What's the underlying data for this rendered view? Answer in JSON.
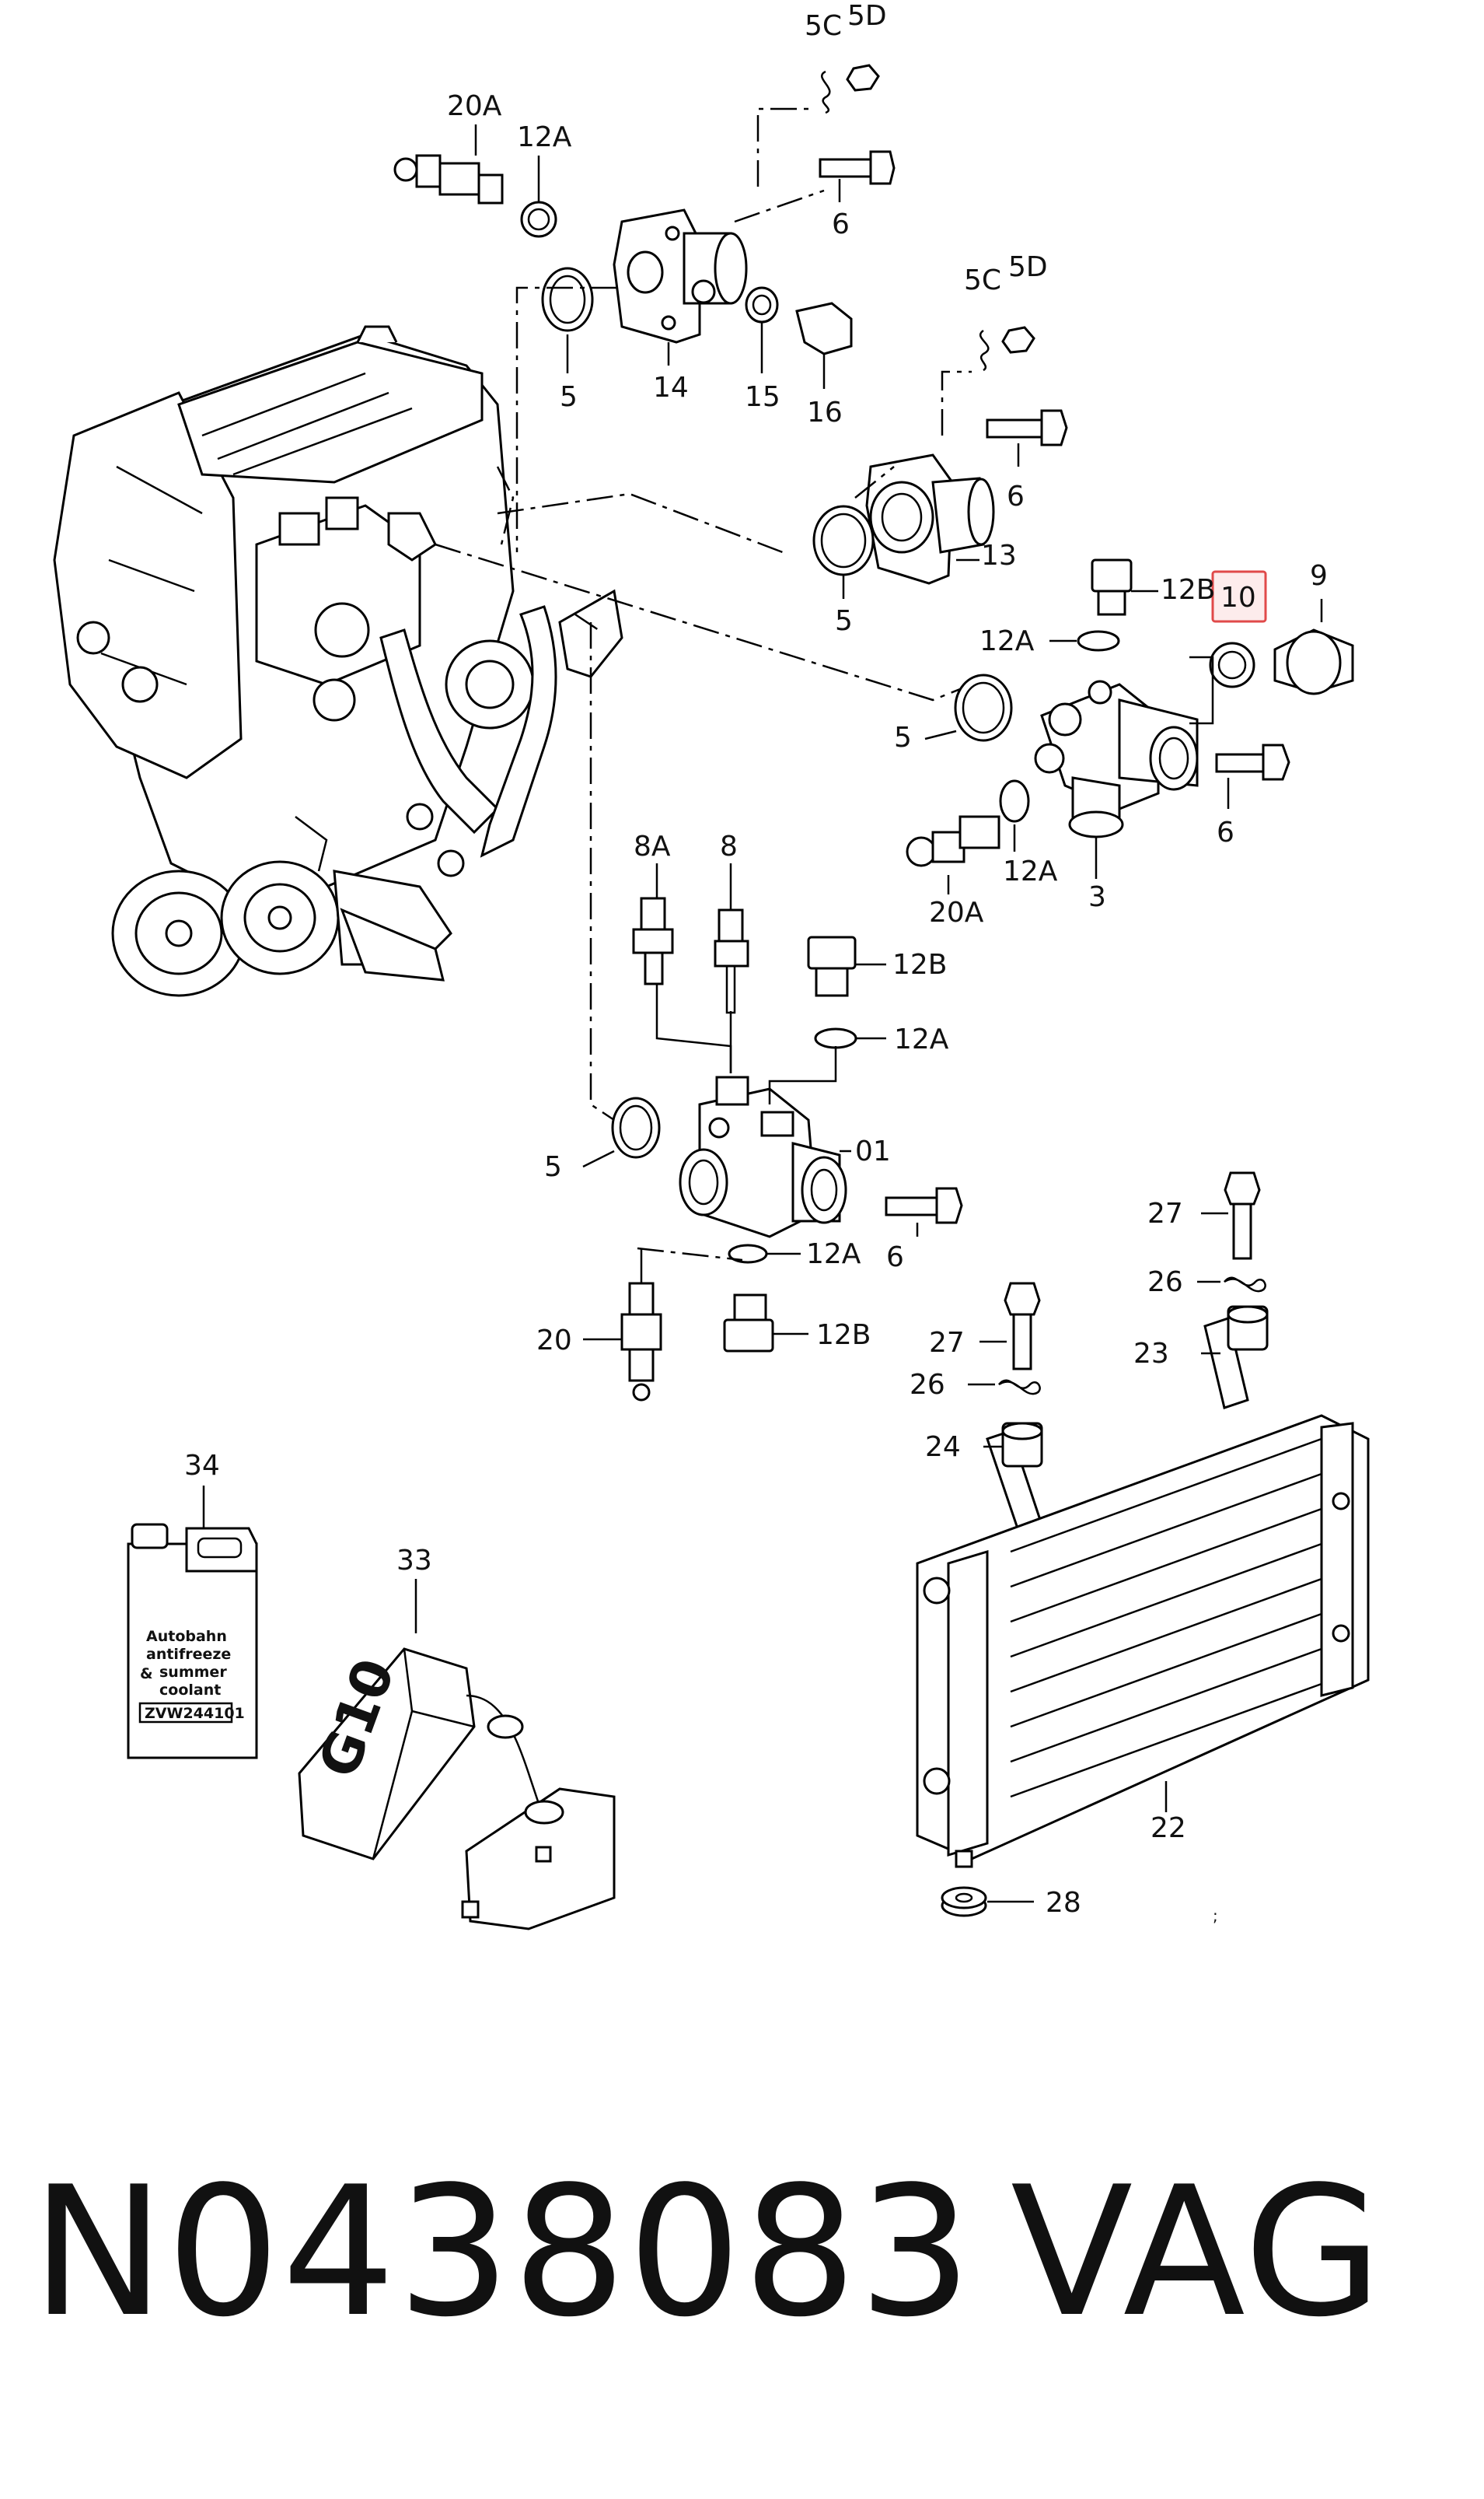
{
  "callouts": {
    "c5C_top": "5C",
    "c5D_top": "5D",
    "c20A_top": "20A",
    "c12A_top": "12A",
    "c6_top": "6",
    "c5_top": "5",
    "c14": "14",
    "c15": "15",
    "c16": "16",
    "c5C_mid": "5C",
    "c5D_mid": "5D",
    "c6_mid": "6",
    "c13": "13",
    "c5_mid": "5",
    "c12B_r": "12B",
    "c10": "10",
    "c9": "9",
    "c12A_r": "12A",
    "c5_r": "5",
    "c6_r": "6",
    "c20A_r": "20A",
    "c12A_r2": "12A",
    "c3": "3",
    "c8A": "8A",
    "c8": "8",
    "c12B_c": "12B",
    "c12A_c": "12A",
    "c5_c": "5",
    "c01": "01",
    "c6_c": "6",
    "c12A_c2": "12A",
    "c20": "20",
    "c12B_c2": "12B",
    "c27_r": "27",
    "c26_r": "26",
    "c23": "23",
    "c27_l": "27",
    "c26_l": "26",
    "c24": "24",
    "c22": "22",
    "c28": "28",
    "c34": "34",
    "c33": "33"
  },
  "highlight_callout": "10",
  "highlight_color": "#e04a4a",
  "jug_label": {
    "line1": "Autobahn",
    "line2": "antifreeze",
    "amp": "&",
    "line3": "summer",
    "line4": "coolant",
    "code": "ZVW244101"
  },
  "canister_label": "G10",
  "footer": {
    "part_number": "N0438083",
    "brand": "VAG"
  }
}
